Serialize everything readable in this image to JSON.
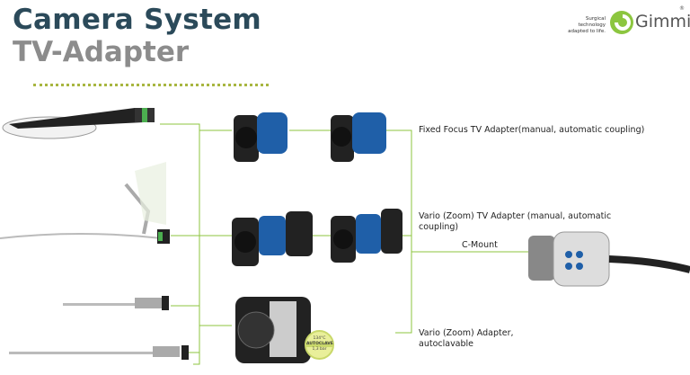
{
  "title": "Camera System",
  "subtitle": "TV-Adapter",
  "logo": {
    "tagline_1": "Surgical technology",
    "tagline_2": "adapted to life.",
    "brand": "Gimmi",
    "registered": "®"
  },
  "labels": {
    "fixed_focus": "Fixed Focus TV Adapter(manual, automatic coupling)",
    "vario_line1": "Vario (Zoom) TV Adapter (manual, automatic",
    "vario_line2": "coupling)",
    "c_mount": "C-Mount",
    "vario_auto_line1": "Vario (Zoom) Adapter,",
    "vario_auto_line2": "autoclavable"
  },
  "badge": {
    "temp": "134°C",
    "text": "AUTOCLAVE",
    "pressure": "1,3 bar"
  },
  "colors": {
    "line": "#8cc63f",
    "title": "#2b4a5a",
    "subtitle": "#8c8c8c",
    "accent_blue": "#1f5fa8"
  }
}
